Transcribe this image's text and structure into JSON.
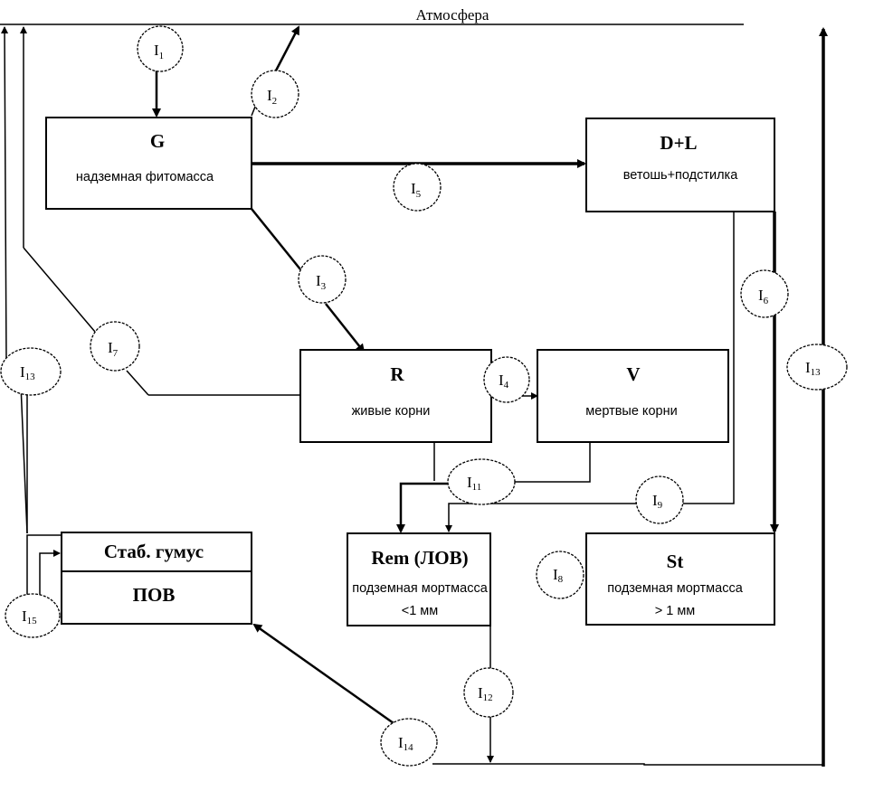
{
  "diagram": {
    "atmosphere_label": "Атмосфера",
    "nodes": {
      "G": {
        "symbol": "G",
        "label": "надземная фитомасса"
      },
      "DL": {
        "symbol": "D+L",
        "label": "ветошь+подстилка"
      },
      "R": {
        "symbol": "R",
        "label": "живые корни"
      },
      "V": {
        "symbol": "V",
        "label": "мертвые корни"
      },
      "Rem": {
        "symbol": "Rem (ЛОВ)",
        "label": "подземная мортмасса",
        "size": "<1 мм"
      },
      "St": {
        "symbol": "St",
        "label": "подземная мортмасса",
        "size": "> 1 мм"
      },
      "Humus": {
        "top": "Стаб. гумус",
        "bottom": "ПОВ"
      }
    },
    "flows": {
      "I1": {
        "base": "I",
        "sub": "1",
        "from": "Атмосфера",
        "to": "G"
      },
      "I2": {
        "base": "I",
        "sub": "2",
        "from": "G",
        "to": "Атмосфера"
      },
      "I3": {
        "base": "I",
        "sub": "3",
        "from": "G",
        "to": "R"
      },
      "I4": {
        "base": "I",
        "sub": "4",
        "from": "R",
        "to": "V"
      },
      "I5": {
        "base": "I",
        "sub": "5",
        "from": "G",
        "to": "D+L"
      },
      "I6": {
        "base": "I",
        "sub": "6",
        "from": "D+L",
        "to": "St"
      },
      "I7": {
        "base": "I",
        "sub": "7",
        "from": "R",
        "to": "Атмосфера"
      },
      "I8": {
        "base": "I",
        "sub": "8",
        "from": "Rem",
        "to": "St"
      },
      "I9": {
        "base": "I",
        "sub": "9",
        "from": "D+L",
        "to": "Rem"
      },
      "I11": {
        "base": "I",
        "sub": "11",
        "from": "R, V",
        "to": "Rem"
      },
      "I12": {
        "base": "I",
        "sub": "12",
        "from": "Rem",
        "to": "ПОВ"
      },
      "I13": {
        "base": "I",
        "sub": "13",
        "from": "ПОВ",
        "to": "Атмосфера"
      },
      "I14": {
        "base": "I",
        "sub": "14",
        "from": "Rem",
        "to": "ПОВ"
      },
      "I15": {
        "base": "I",
        "sub": "15",
        "from": "ПОВ",
        "to": "Стаб. гумус"
      },
      "I18": {
        "base": "I",
        "sub": "13",
        "from": "Стаб. гумус",
        "to": "Атмосфера"
      }
    }
  }
}
